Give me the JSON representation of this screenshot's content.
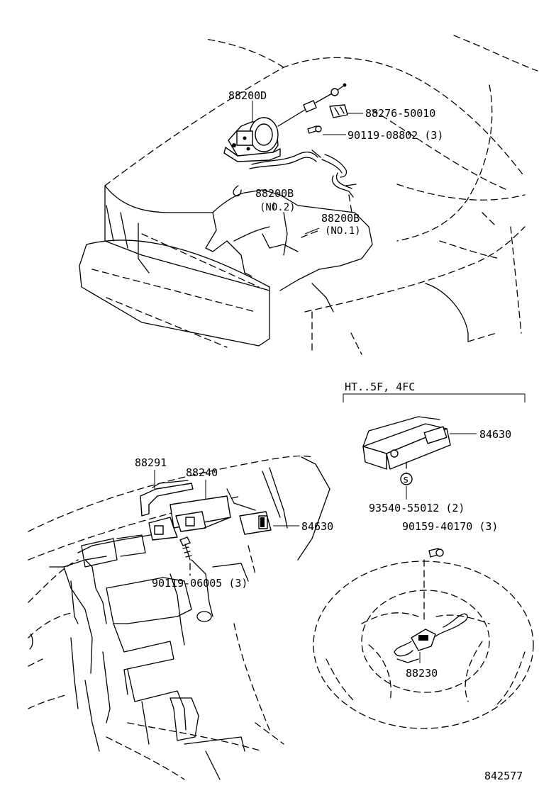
{
  "diagram_id": "842577",
  "variant_header": "HT..5F, 4FC",
  "parts": {
    "actuator": "88200D",
    "bracket": "88276-50010",
    "bolt_actuator": "90119-08802 (3)",
    "hose_no2": "88200B",
    "hose_no2_sub": "(NO.2)",
    "hose_no1": "88200B",
    "hose_no1_sub": "(NO.1)",
    "bracket_dash": "88291",
    "computer": "88240",
    "switch_dash": "84630",
    "bolt_dash": "90119-06005 (3)",
    "switch_alt": "84630",
    "washer": "93540-55012 (2)",
    "screw_wheel": "90159-40170 (3)",
    "wheel_switch": "88230"
  }
}
